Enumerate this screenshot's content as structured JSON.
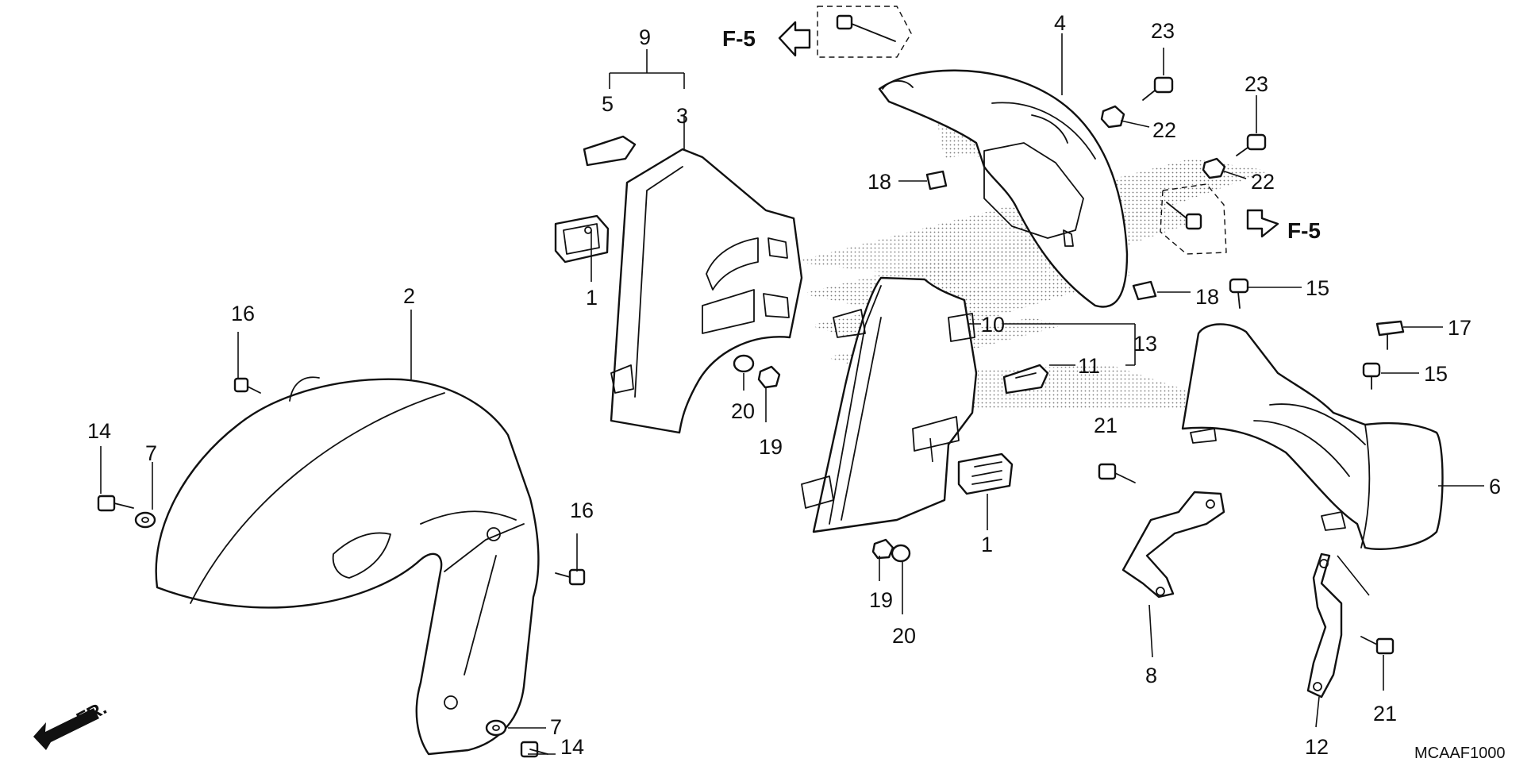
{
  "diagram": {
    "callouts": {
      "n1a": "1",
      "n1b": "1",
      "n2": "2",
      "n3": "3",
      "n4": "4",
      "n5": "5",
      "n6": "6",
      "n7a": "7",
      "n7b": "7",
      "n8": "8",
      "n9": "9",
      "n10": "10",
      "n11": "11",
      "n12": "12",
      "n13": "13",
      "n14a": "14",
      "n14b": "14",
      "n15a": "15",
      "n15b": "15",
      "n16a": "16",
      "n16b": "16",
      "n17": "17",
      "n18a": "18",
      "n18b": "18",
      "n19a": "19",
      "n19b": "19",
      "n20a": "20",
      "n20b": "20",
      "n21a": "21",
      "n21b": "21",
      "n22a": "22",
      "n22b": "22",
      "n23a": "23",
      "n23b": "23"
    },
    "references": {
      "ref_left": "F-5",
      "ref_right": "F-5"
    },
    "front_arrow_label": "FR.",
    "diagram_code": "MCAAF1000"
  }
}
